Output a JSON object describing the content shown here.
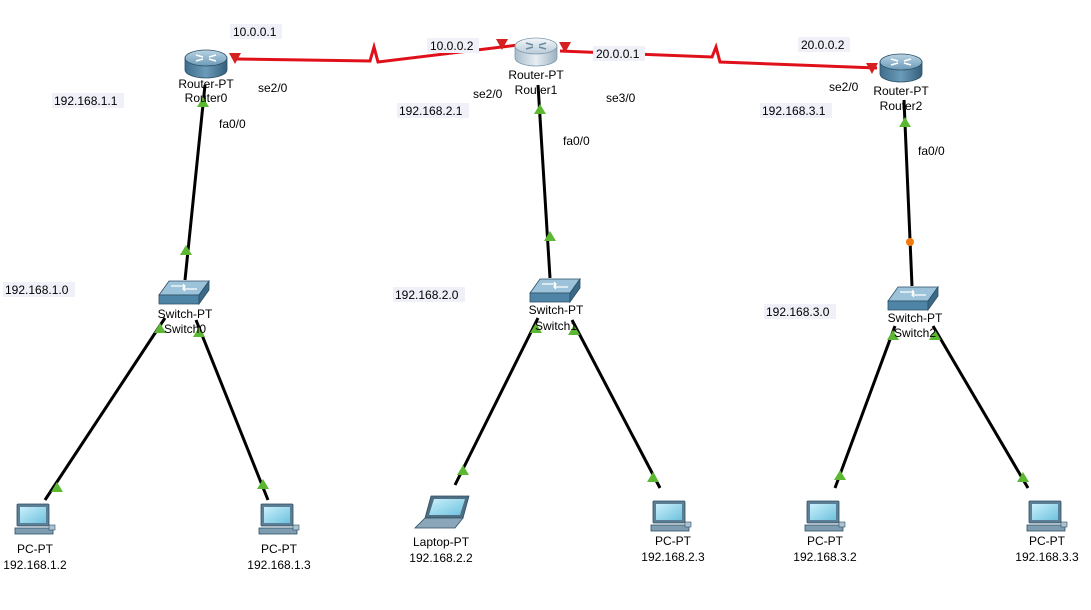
{
  "colors": {
    "serial_link": "#e0101a",
    "ethernet_link": "#000000",
    "link_up": "#5cb832",
    "link_down": "#d42020",
    "link_pending": "#f07a10",
    "router_body": "#5d8caa",
    "switch_body": "#5a8fae",
    "pc_screen": "#8fd4ea",
    "label_bg": "#f0f0f8"
  },
  "routers": [
    {
      "model": "Router-PT",
      "name": "Router0",
      "lan_ip": "192.168.1.1",
      "lan_if": "fa0/0",
      "serial_if": "se2/0",
      "icon": "router-icon"
    },
    {
      "model": "Router-PT",
      "name": "Router1",
      "lan_ip": "192.168.2.1",
      "lan_if": "fa0/0",
      "serial_if": "se2/0",
      "serial_if_2": "se3/0",
      "icon": "router-icon"
    },
    {
      "model": "Router-PT",
      "name": "Router2",
      "lan_ip": "192.168.3.1",
      "lan_if": "fa0/0",
      "serial_if": "se2/0",
      "icon": "router-icon"
    }
  ],
  "serial_links": [
    {
      "a_ip": "10.0.0.1",
      "b_ip": "10.0.0.2"
    },
    {
      "a_ip": "20.0.0.1",
      "b_ip": "20.0.0.2"
    }
  ],
  "switches": [
    {
      "model": "Switch-PT",
      "name": "Switch0",
      "network": "192.168.1.0",
      "icon": "switch-icon"
    },
    {
      "model": "Switch-PT",
      "name": "Switch1",
      "network": "192.168.2.0",
      "icon": "switch-icon"
    },
    {
      "model": "Switch-PT",
      "name": "Switch2",
      "network": "192.168.3.0",
      "icon": "switch-icon"
    }
  ],
  "hosts": [
    {
      "model": "PC-PT",
      "ip": "192.168.1.2",
      "icon": "pc-icon"
    },
    {
      "model": "PC-PT",
      "ip": "192.168.1.3",
      "icon": "pc-icon"
    },
    {
      "model": "Laptop-PT",
      "ip": "192.168.2.2",
      "icon": "laptop-icon"
    },
    {
      "model": "PC-PT",
      "ip": "192.168.2.3",
      "icon": "pc-icon"
    },
    {
      "model": "PC-PT",
      "ip": "192.168.3.2",
      "icon": "pc-icon"
    },
    {
      "model": "PC-PT",
      "ip": "192.168.3.3",
      "icon": "pc-icon"
    }
  ]
}
